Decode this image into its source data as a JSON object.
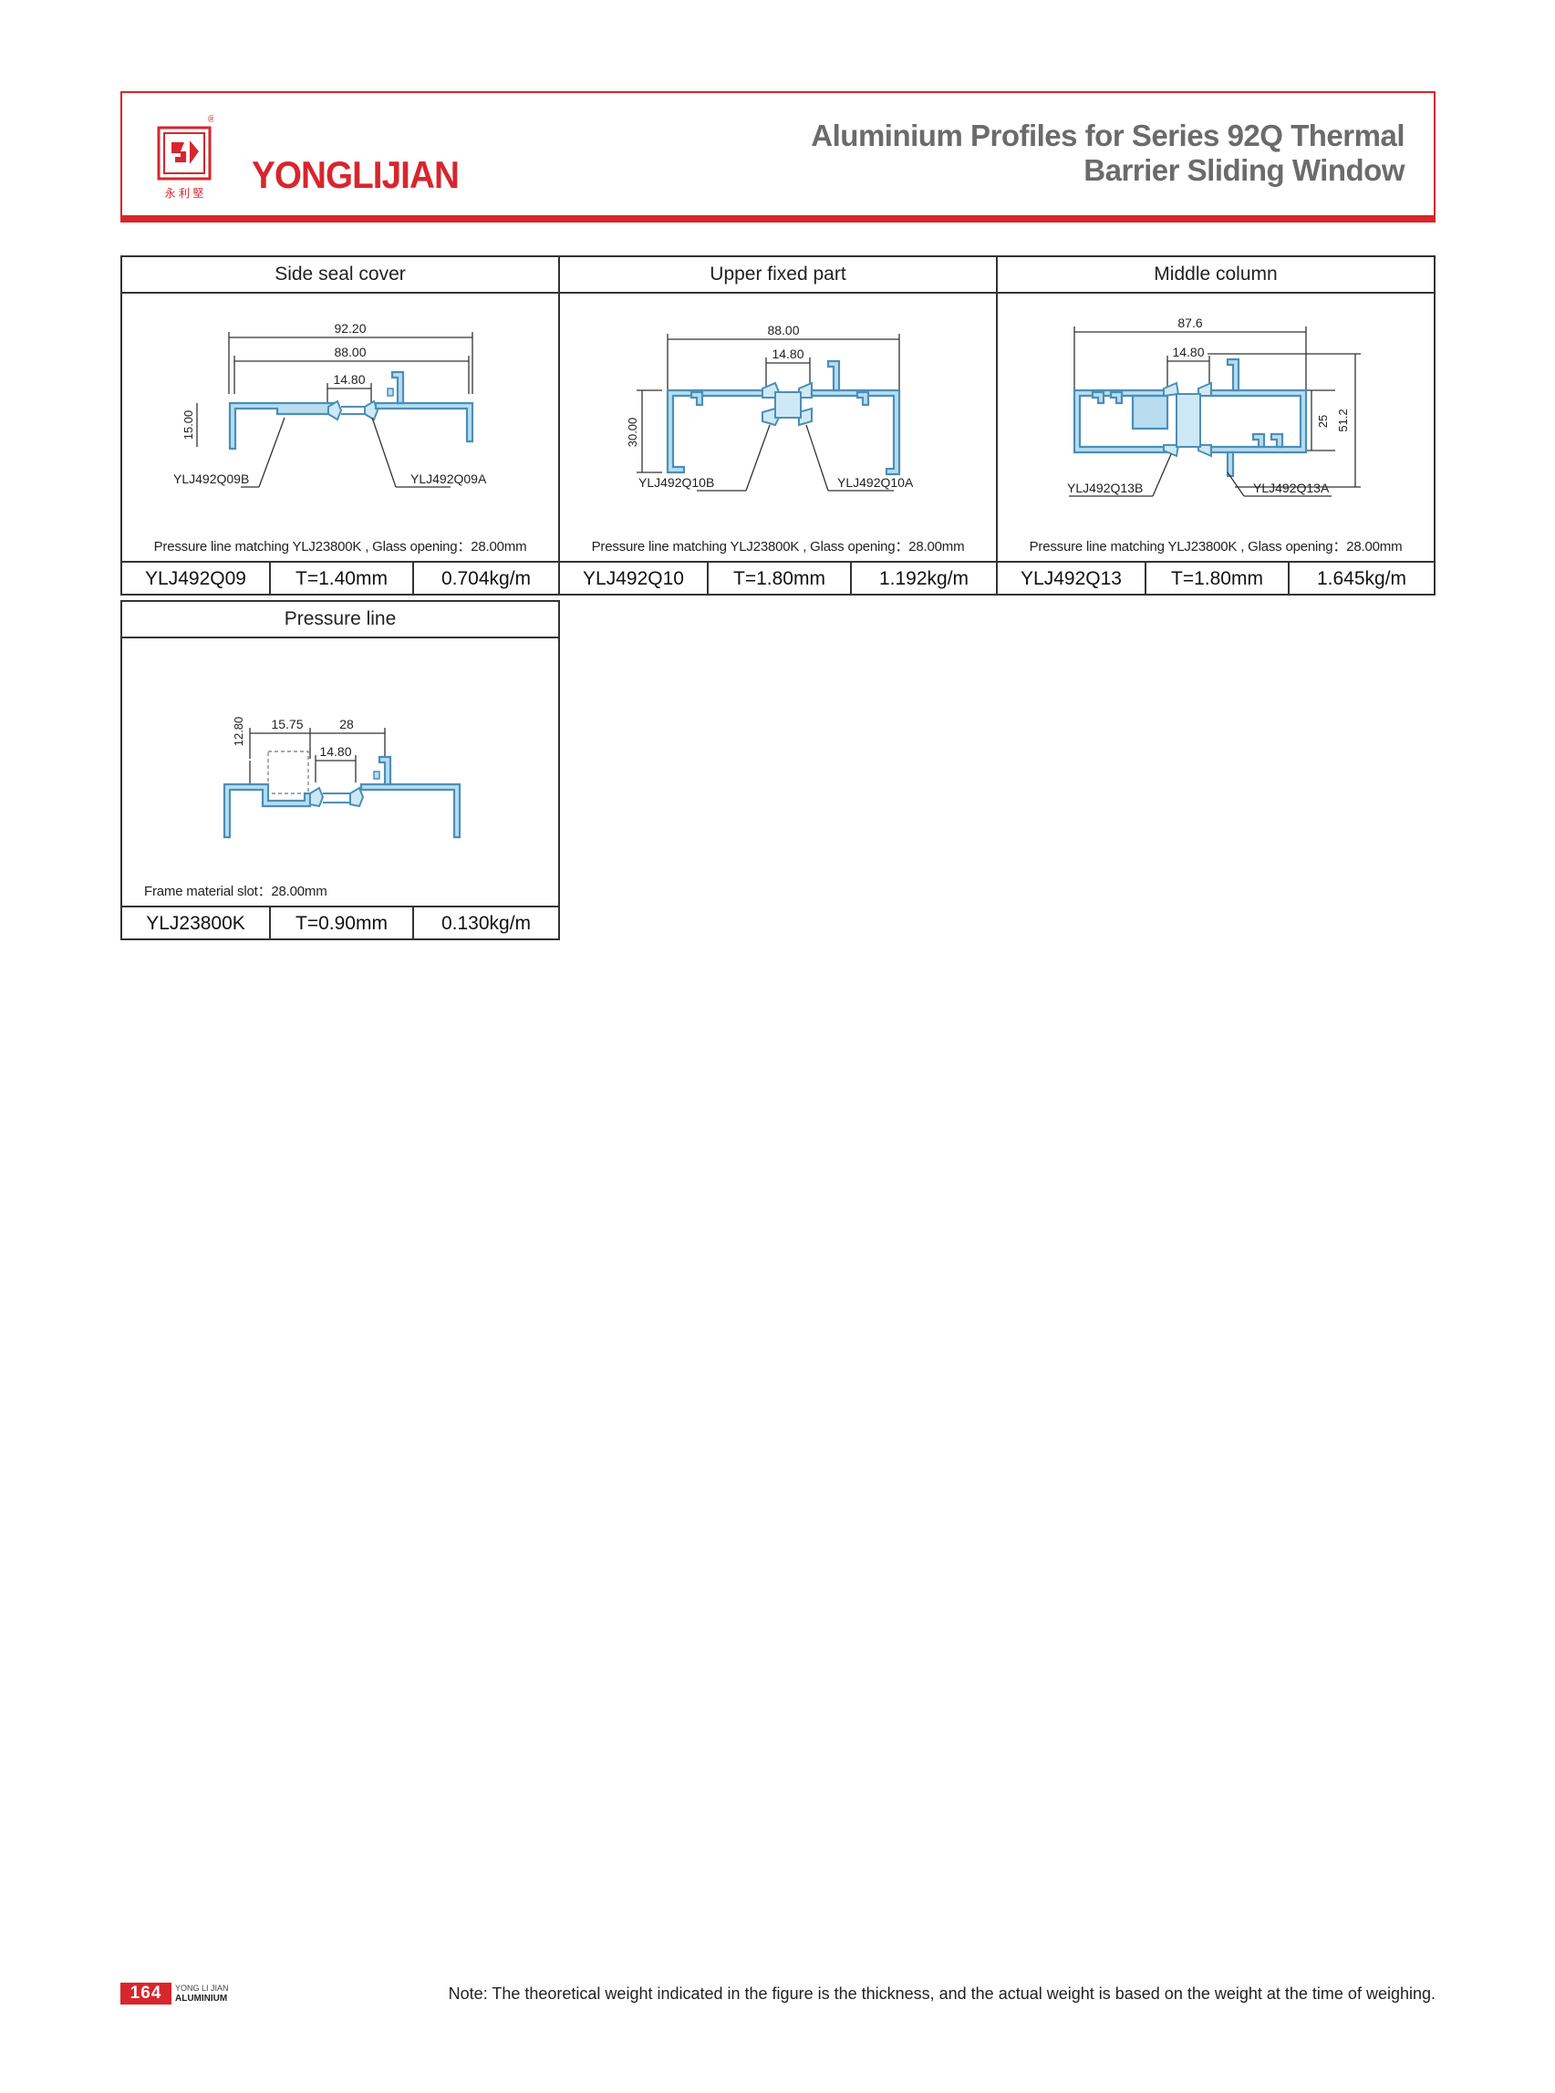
{
  "header": {
    "brand": "YONGLIJIAN",
    "logo_cn": "永 利 堅",
    "registered": "®",
    "title_line1": "Aluminium Profiles for Series 92Q Thermal",
    "title_line2": "Barrier Sliding Window",
    "accent_color": "#d7262e"
  },
  "panels": [
    {
      "title": "Side seal cover",
      "dims": {
        "overall": "92.20",
        "inner": "88.00",
        "gap": "14.80",
        "height": "15.00"
      },
      "labels": {
        "left": "YLJ492Q09B",
        "right": "YLJ492Q09A"
      },
      "note": "Pressure line matching YLJ23800K , Glass opening：28.00mm",
      "code": "YLJ492Q09",
      "thickness": "T=1.40mm",
      "weight": "0.704kg/m"
    },
    {
      "title": "Upper fixed part",
      "dims": {
        "overall": "88.00",
        "gap": "14.80",
        "height": "30.00"
      },
      "labels": {
        "left": "YLJ492Q10B",
        "right": "YLJ492Q10A"
      },
      "note": "Pressure line matching YLJ23800K , Glass opening：28.00mm",
      "code": "YLJ492Q10",
      "thickness": "T=1.80mm",
      "weight": "1.192kg/m"
    },
    {
      "title": "Middle column",
      "dims": {
        "overall": "87.6",
        "gap": "14.80",
        "height_inner": "25",
        "height_outer": "51.2"
      },
      "labels": {
        "left": "YLJ492Q13B",
        "right": "YLJ492Q13A"
      },
      "note": "Pressure line matching YLJ23800K , Glass opening：28.00mm",
      "code": "YLJ492Q13",
      "thickness": "T=1.80mm",
      "weight": "1.645kg/m"
    },
    {
      "title": "Pressure line",
      "dims": {
        "height": "12.80",
        "left": "15.75",
        "width": "28",
        "gap": "14.80"
      },
      "note": "Frame material slot：28.00mm",
      "code": "YLJ23800K",
      "thickness": "T=0.90mm",
      "weight": "0.130kg/m"
    }
  ],
  "footer": {
    "page": "164",
    "brand_line1": "YONG LI JIAN",
    "brand_line2": "ALUMINIUM",
    "note": "Note: The theoretical weight indicated in the figure is the thickness, and the actual weight is based on the weight at the time of weighing."
  }
}
